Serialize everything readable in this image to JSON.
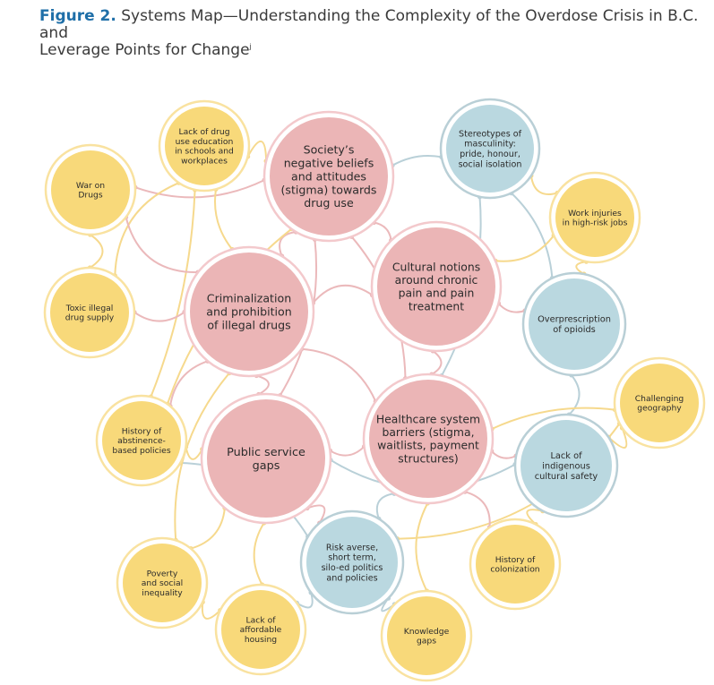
{
  "figure": {
    "label": "Figure 2.",
    "title_line1": " Systems Map—Understanding the Complexity of the Overdose Crisis in B.C. and",
    "title_line2": "Leverage Points for Change",
    "superscript": "j"
  },
  "colors": {
    "yellow_fill": "#f8d97a",
    "yellow_ring": "#f9e2a0",
    "pink_fill": "#ebb5b6",
    "pink_ring": "#f3c9cc",
    "blue_fill": "#bad8e0",
    "blue_ring": "#b9cfd6"
  },
  "nodes": [
    {
      "id": "war-on-drugs",
      "color": "yellow",
      "lines": [
        "War on",
        "Drugs"
      ]
    },
    {
      "id": "lack-drug-education",
      "color": "yellow",
      "lines": [
        "Lack of drug",
        "use education",
        "in schools and",
        "workplaces"
      ]
    },
    {
      "id": "society-stigma",
      "color": "pink",
      "lines": [
        "Society’s",
        "negative beliefs",
        "and attitudes",
        "(stigma) towards",
        "drug use"
      ]
    },
    {
      "id": "stereotypes-masculinity",
      "color": "blue",
      "lines": [
        "Stereotypes of",
        "masculinity:",
        "pride, honour,",
        "social isolation"
      ]
    },
    {
      "id": "work-injuries",
      "color": "yellow",
      "lines": [
        "Work injuries",
        "in high-risk jobs"
      ]
    },
    {
      "id": "toxic-drug-supply",
      "color": "yellow",
      "lines": [
        "Toxic illegal",
        "drug supply"
      ]
    },
    {
      "id": "criminalization",
      "color": "pink",
      "lines": [
        "Criminalization",
        "and prohibition",
        "of illegal drugs"
      ]
    },
    {
      "id": "cultural-chronic-pain",
      "color": "pink",
      "lines": [
        "Cultural notions",
        "around chronic",
        "pain and pain",
        "treatment"
      ]
    },
    {
      "id": "overprescription",
      "color": "blue",
      "lines": [
        "Overprescription",
        "of opioids"
      ]
    },
    {
      "id": "challenging-geography",
      "color": "yellow",
      "lines": [
        "Challenging",
        "geography"
      ]
    },
    {
      "id": "history-abstinence",
      "color": "yellow",
      "lines": [
        "History of",
        "abstinence-",
        "based policies"
      ]
    },
    {
      "id": "public-service-gaps",
      "color": "pink",
      "lines": [
        "Public service",
        "gaps"
      ]
    },
    {
      "id": "healthcare-barriers",
      "color": "pink",
      "lines": [
        "Healthcare system",
        "barriers (stigma,",
        "waitlists, payment",
        "structures)"
      ]
    },
    {
      "id": "indigenous-safety",
      "color": "blue",
      "lines": [
        "Lack of",
        "indigenous",
        "cultural safety"
      ]
    },
    {
      "id": "history-colonization",
      "color": "yellow",
      "lines": [
        "History of",
        "colonization"
      ]
    },
    {
      "id": "risk-averse-politics",
      "color": "blue",
      "lines": [
        "Risk averse,",
        "short term,",
        "silo-ed politics",
        "and policies"
      ]
    },
    {
      "id": "poverty-inequality",
      "color": "yellow",
      "lines": [
        "Poverty",
        "and social",
        "inequality"
      ]
    },
    {
      "id": "affordable-housing",
      "color": "yellow",
      "lines": [
        "Lack of",
        "affordable",
        "housing"
      ]
    },
    {
      "id": "knowledge-gaps",
      "color": "yellow",
      "lines": [
        "Knowledge",
        "gaps"
      ]
    }
  ]
}
